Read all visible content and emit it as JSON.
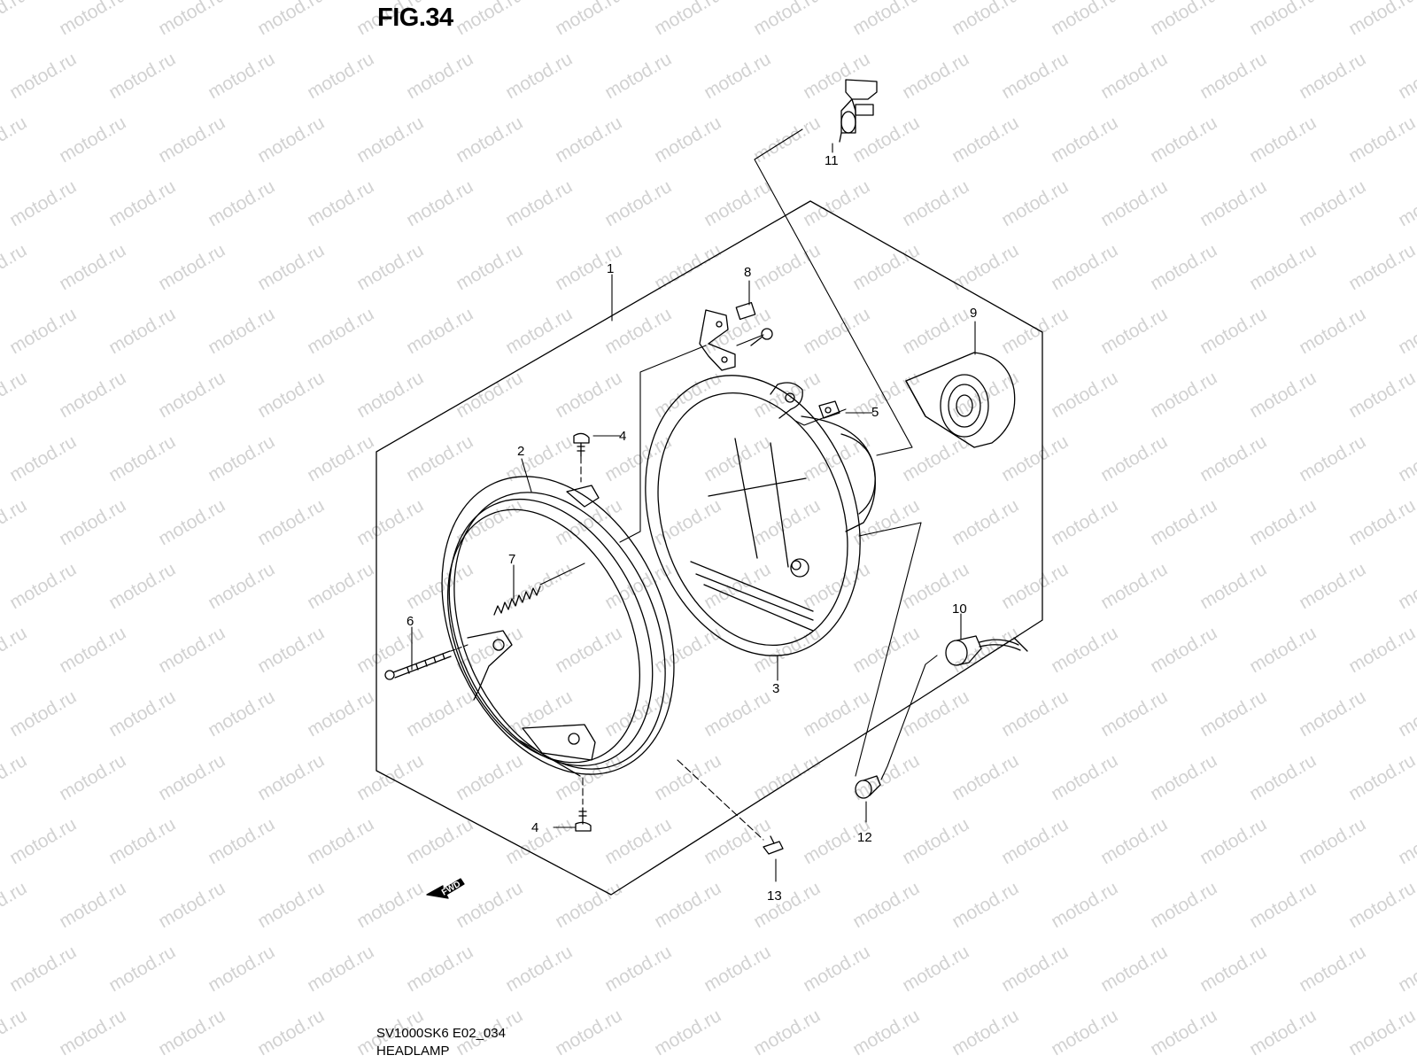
{
  "figure": {
    "title": "FIG.34",
    "model_code": "SV1000SK6 E02_034",
    "name": "HEADLAMP"
  },
  "watermark": {
    "text": "motod.ru"
  },
  "direction_marker": {
    "text": "FWD"
  },
  "callouts": {
    "c1": "1",
    "c2": "2",
    "c3": "3",
    "c4a": "4",
    "c4b": "4",
    "c5": "5",
    "c6": "6",
    "c7": "7",
    "c8": "8",
    "c9": "9",
    "c10": "10",
    "c11": "11",
    "c12": "12",
    "c13": "13"
  },
  "colors": {
    "line": "#000000",
    "watermark": "#d2d2d2",
    "background": "#ffffff"
  }
}
